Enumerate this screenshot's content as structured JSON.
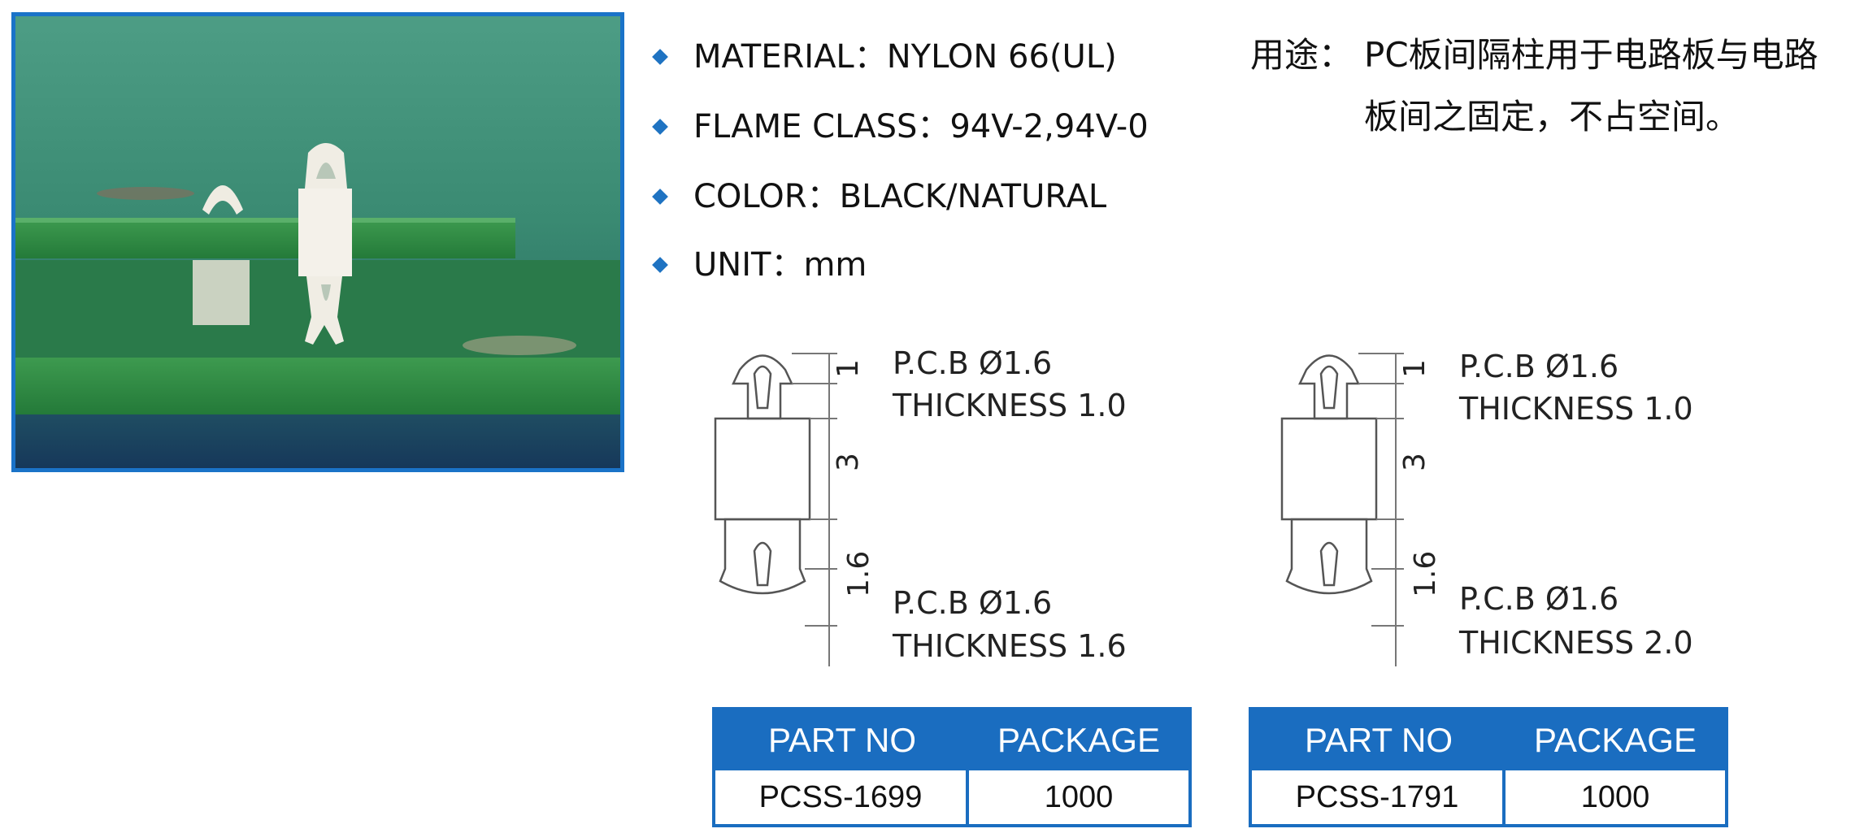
{
  "specs": [
    {
      "label": "MATERIAL",
      "sep": "：",
      "value": "NYLON 66(UL)"
    },
    {
      "label": "FLAME CLASS",
      "sep": "：",
      "value": "94V-2,94V-0"
    },
    {
      "label": "COLOR",
      "sep": "：",
      "value": "BLACK/NATURAL"
    },
    {
      "label": "UNIT",
      "sep": "：",
      "value": "mm"
    }
  ],
  "usage": {
    "label": "用途：",
    "text": "PC板间隔柱用于电路板与电路板间之固定，不占空间。"
  },
  "drawings": [
    {
      "top_pcb": "P.C.B Ø1.6",
      "top_thickness": "THICKNESS 1.0",
      "bottom_pcb": "P.C.B Ø1.6",
      "bottom_thickness": "THICKNESS 1.6",
      "dim_top": "1",
      "dim_mid": "3",
      "dim_bottom": "1.6"
    },
    {
      "top_pcb": "P.C.B Ø1.6",
      "top_thickness": "THICKNESS 1.0",
      "bottom_pcb": "P.C.B Ø1.6",
      "bottom_thickness": "THICKNESS 2.0",
      "dim_top": "1",
      "dim_mid": "3",
      "dim_bottom": "1.6"
    }
  ],
  "tables": [
    {
      "header_part": "PART NO",
      "header_package": "PACKAGE",
      "part_no": "PCSS-1699",
      "package": "1000"
    },
    {
      "header_part": "PART NO",
      "header_package": "PACKAGE",
      "part_no": "PCSS-1791",
      "package": "1000"
    }
  ],
  "colors": {
    "accent": "#1a6dc0",
    "pcb": "#2f8a4a"
  }
}
